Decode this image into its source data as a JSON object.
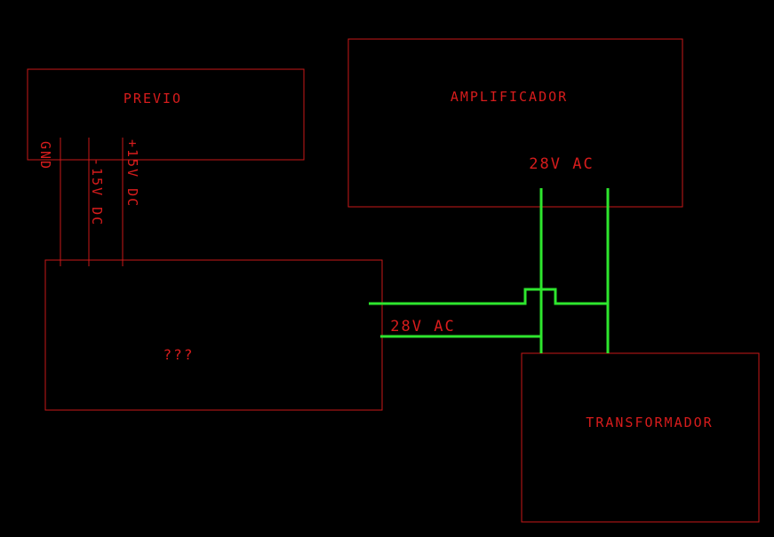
{
  "colors": {
    "background": "#000000",
    "outline": "#c81818",
    "label": "#d71c1c",
    "wire": "#2ee62e"
  },
  "blocks": {
    "previo": "PREVIO",
    "amplificador": "AMPLIFICADOR",
    "unknown": "???",
    "transformador": "TRANSFORMADOR"
  },
  "pins": {
    "gnd": "GND",
    "neg15": "-15V DC",
    "pos15": "+15V DC"
  },
  "wire_labels": {
    "amp_ac": "28V AC",
    "mid_ac": "28V AC"
  }
}
